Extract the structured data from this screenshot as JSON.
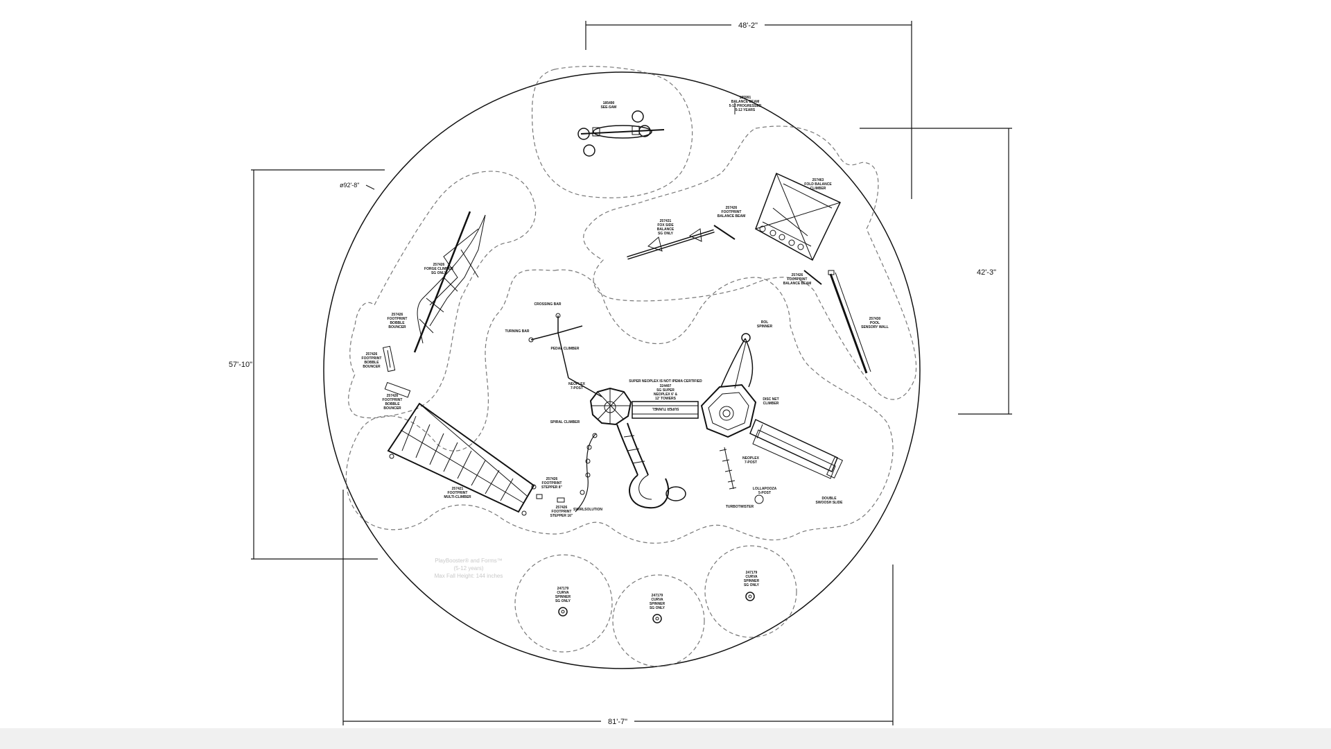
{
  "dimensions": {
    "top_width": "48'-2\"",
    "right_height": "42'-3\"",
    "left_height": "57'-10\"",
    "bottom_width": "81'-7\"",
    "diameter": "ø92'-8\""
  },
  "labels": {
    "seesaw": [
      "185490",
      "SEE-SAW"
    ],
    "balance_beam_note": [
      "185991",
      "BALANCE BEAM",
      "5-12 PROGRESSED",
      "5-12 YEARS"
    ],
    "fold_balance_climber": [
      "257463",
      "FOLD BALANCE",
      "CLIMBER"
    ],
    "footprint_balance_beam_a": [
      "257426",
      "FOOTPRINT",
      "BALANCE BEAM"
    ],
    "balance_beam_b": [
      "257431",
      "FOX SIDE",
      "BALANCE",
      "SG ONLY"
    ],
    "footprint_balance_beam_c": [
      "257426",
      "FOOTPRINT",
      "BALANCE BEAM"
    ],
    "pool_sensory_wall": [
      "257430",
      "POOL",
      "SENSORY WALL"
    ],
    "forge_climber": [
      "257426",
      "FORGE CLIMBER",
      "SG ONLY"
    ],
    "footprint_bobble_bouncer_a": [
      "257426",
      "FOOTPRINT",
      "BOBBLE",
      "BOUNCER"
    ],
    "footprint_bobble_bouncer_b": [
      "257426",
      "FOOTPRINT",
      "BOBBLE",
      "BOUNCER"
    ],
    "footprint_bobble_bouncer_c": [
      "257426",
      "FOOTPRINT",
      "BOBBLE",
      "BOUNCER"
    ],
    "crossing_bar": "CROSSING BAR",
    "turning_bar": "TURNING BAR",
    "pedal_climber": "PEDAL CLIMBER",
    "neoplex_7post_a": [
      "NEOPLEX",
      "7-POST"
    ],
    "spiral_climber": "SPIRAL CLIMBER",
    "supper_note": "SUPER NEOPLEX IS NOT IPEMA CERTIFIED",
    "neoplex_bridge": [
      "324407",
      "SG SUPER",
      "NEOPLEX 6' &",
      "12' TOWERS"
    ],
    "roll_spinner": [
      "ROL",
      "SPINNER"
    ],
    "disc_net_climber": [
      "DISC NET",
      "CLIMBER"
    ],
    "neoplex_7post_b": [
      "NEOPLEX",
      "7-POST"
    ],
    "double_swoosh_slide": [
      "DOUBLE",
      "SWOOSH SLIDE"
    ],
    "lollapalooza": [
      "LOLLAPOOZA",
      "5-POST"
    ],
    "turbotwister": "TURBOTWISTER",
    "swirlsolution": "SWIRLSOLUTION",
    "footprint_stepper_a": [
      "257426",
      "FOOTPRINT",
      "STEPPER 8\""
    ],
    "footprint_stepper_b": [
      "257426",
      "FOOTPRINT",
      "STEPPER 16\""
    ],
    "footprint_multiclimber": [
      "257421",
      "FOOTPRINT",
      "MULTI-CLIMBER"
    ],
    "curva_spinner_1": [
      "247179",
      "CURVA",
      "SPINNER",
      "SG ONLY"
    ],
    "curva_spinner_2": [
      "247179",
      "CURVA",
      "SPINNER",
      "SG ONLY"
    ],
    "curva_spinner_3": [
      "247179",
      "CURVA",
      "SPINNER",
      "SG ONLY"
    ]
  },
  "brand": {
    "line1": "PlayBooster® and Forms™",
    "line2": "(5-12 years)",
    "line3": "Max Fall Height: 144 inches"
  }
}
